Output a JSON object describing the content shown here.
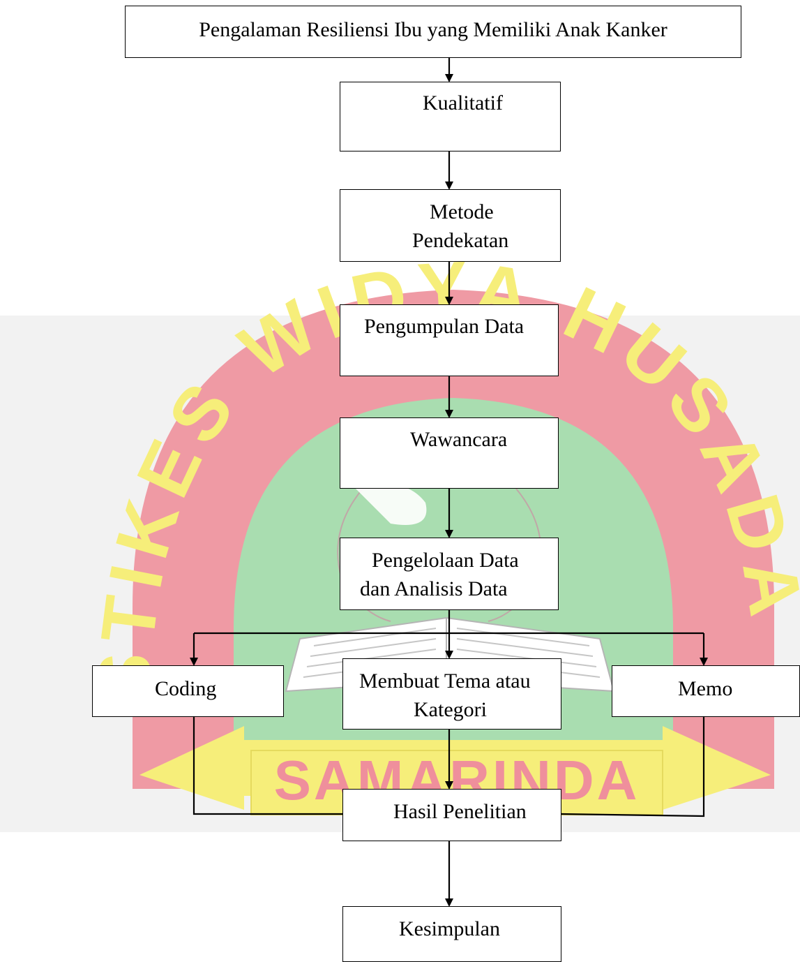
{
  "diagram": {
    "title_box": "Pengalaman Resiliensi Ibu yang Memiliki Anak Kanker",
    "steps": {
      "kualitatif": "Kualitatif",
      "metode_line1": "Metode",
      "metode_line2": "Pendekatan",
      "pengumpulan": "Pengumpulan Data",
      "wawancara": "Wawancara",
      "pengelolaan_line1": "Pengelolaan Data",
      "pengelolaan_line2": "dan Analisis Data",
      "coding": "Coding",
      "tema_line1": "Membuat Tema atau",
      "tema_line2": "Kategori",
      "memo": "Memo",
      "hasil": "Hasil Penelitian",
      "kesimpulan": "Kesimpulan"
    }
  },
  "watermark": {
    "text_arc": "STIKES WIDYA HUSADA",
    "banner_text": "SAMARINDA",
    "colors": {
      "arc": "#ef9aa4",
      "inner": "#a9ddb0",
      "ribbon": "#f6ee7a",
      "banner_text": "#ef8f9c"
    }
  }
}
